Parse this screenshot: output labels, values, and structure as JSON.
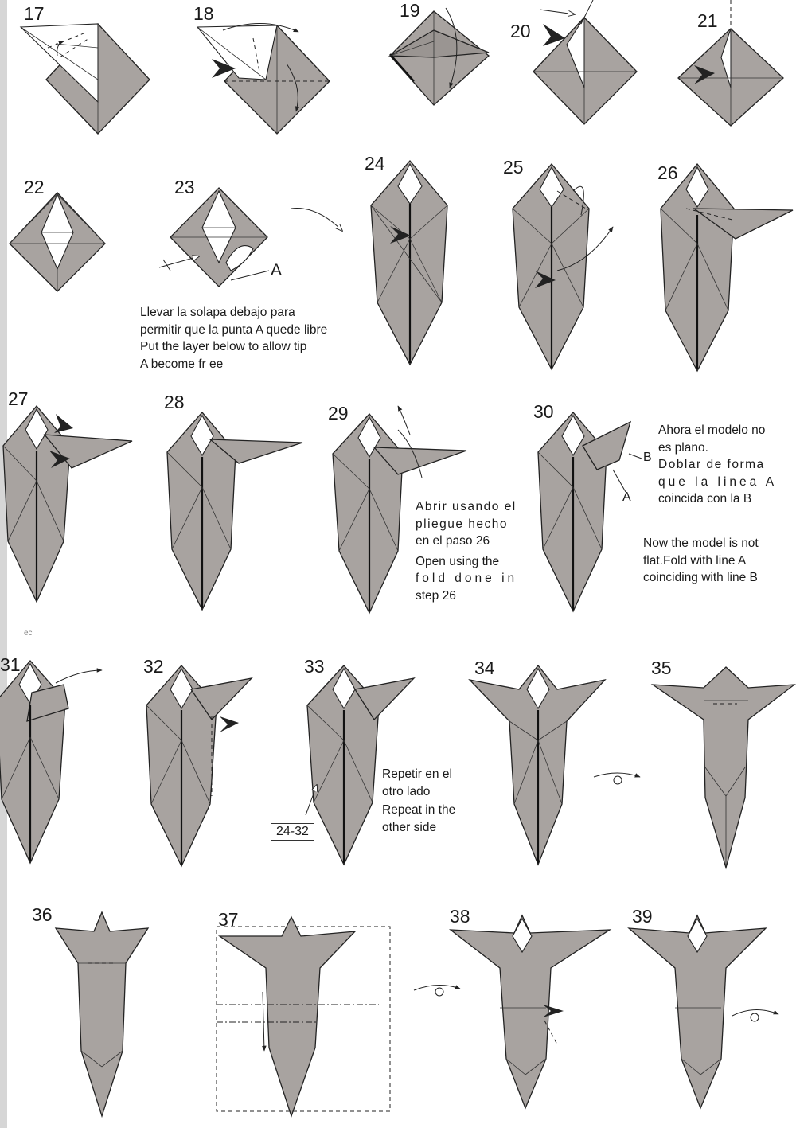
{
  "steps": [
    "17",
    "18",
    "19",
    "20",
    "21",
    "22",
    "23",
    "24",
    "25",
    "26",
    "27",
    "28",
    "29",
    "30",
    "31",
    "32",
    "33",
    "34",
    "35",
    "36",
    "37",
    "38",
    "39"
  ],
  "notes": {
    "n23": [
      "Llevar la solapa debajo para",
      "permitir que la punta A quede libre",
      "Put the layer below to allow tip",
      "A become fr  ee"
    ],
    "n29": [
      "Abrir usando el",
      "pliegue hecho",
      "en el paso 26",
      "Open using the",
      "fold done in",
      "step 26"
    ],
    "n30a": [
      "Ahora el modelo no",
      "es plano.",
      "Doblar de forma",
      "que la linea A",
      "coincida con la B"
    ],
    "n30b": [
      "Now the model is not",
      "flat.Fold with line A",
      "coinciding with line B"
    ],
    "n33": [
      "Repetir en el",
      "otro lado",
      "Repeat in the",
      "other side"
    ]
  },
  "labels": {
    "a23": "A",
    "b30": "B",
    "a30": "A",
    "range": "24-32",
    "ec": "ec"
  },
  "colors": {
    "paper": "#a8a3a0",
    "outline": "#222222",
    "background": "#ffffff"
  }
}
